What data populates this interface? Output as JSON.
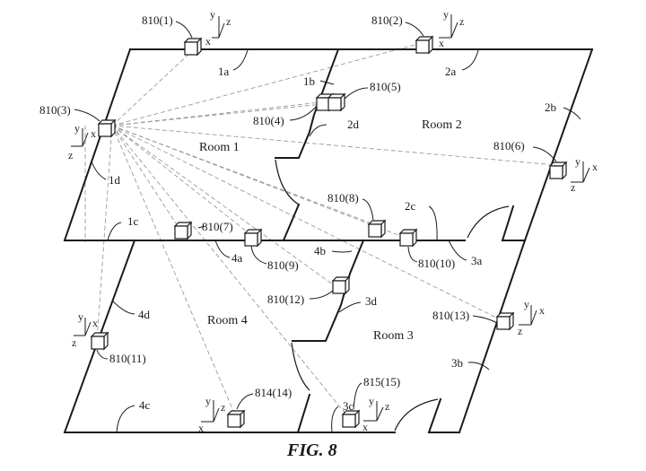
{
  "figure": {
    "caption": "FIG. 8",
    "rooms": [
      {
        "id": "room1",
        "label": "Room 1"
      },
      {
        "id": "room2",
        "label": "Room 2"
      },
      {
        "id": "room3",
        "label": "Room 3"
      },
      {
        "id": "room4",
        "label": "Room 4"
      }
    ],
    "walls": [
      {
        "id": "1a",
        "label": "1a"
      },
      {
        "id": "1b",
        "label": "1b"
      },
      {
        "id": "1c",
        "label": "1c"
      },
      {
        "id": "1d",
        "label": "1d"
      },
      {
        "id": "2a",
        "label": "2a"
      },
      {
        "id": "2b",
        "label": "2b"
      },
      {
        "id": "2c",
        "label": "2c"
      },
      {
        "id": "2d",
        "label": "2d"
      },
      {
        "id": "3a",
        "label": "3a"
      },
      {
        "id": "3b",
        "label": "3b"
      },
      {
        "id": "3c",
        "label": "3c"
      },
      {
        "id": "3d",
        "label": "3d"
      },
      {
        "id": "4a",
        "label": "4a"
      },
      {
        "id": "4b",
        "label": "4b"
      },
      {
        "id": "4c",
        "label": "4c"
      },
      {
        "id": "4d",
        "label": "4d"
      }
    ],
    "sensors": [
      {
        "id": "s1",
        "label": "810(1)"
      },
      {
        "id": "s2",
        "label": "810(2)"
      },
      {
        "id": "s3",
        "label": "810(3)"
      },
      {
        "id": "s4",
        "label": "810(4)"
      },
      {
        "id": "s5",
        "label": "810(5)"
      },
      {
        "id": "s6",
        "label": "810(6)"
      },
      {
        "id": "s7",
        "label": "810(7)"
      },
      {
        "id": "s8",
        "label": "810(8)"
      },
      {
        "id": "s9",
        "label": "810(9)"
      },
      {
        "id": "s10",
        "label": "810(10)"
      },
      {
        "id": "s11",
        "label": "810(11)"
      },
      {
        "id": "s12",
        "label": "810(12)"
      },
      {
        "id": "s13",
        "label": "810(13)"
      },
      {
        "id": "s14",
        "label": "814(14)"
      },
      {
        "id": "s15",
        "label": "815(15)"
      }
    ],
    "axes": {
      "x": "x",
      "y": "y",
      "z": "z"
    }
  }
}
